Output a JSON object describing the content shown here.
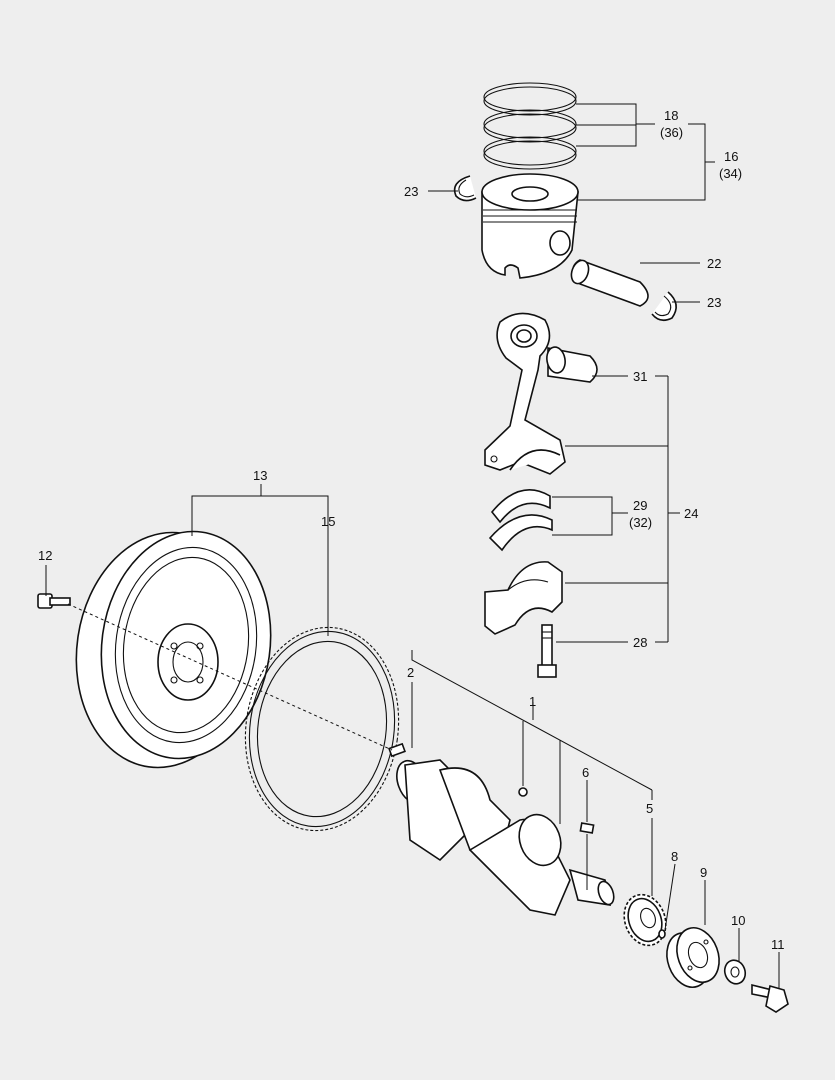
{
  "diagram": {
    "background_color": "#eeeeee",
    "line_color": "#111111",
    "part_fill": "#ffffff"
  },
  "callouts": {
    "c1": "1",
    "c2": "2",
    "c5": "5",
    "c6": "6",
    "c8": "8",
    "c9": "9",
    "c10": "10",
    "c11": "11",
    "c12": "12",
    "c13": "13",
    "c15": "15",
    "c16": "16",
    "c16_alt": "(34)",
    "c18": "18",
    "c18_alt": "(36)",
    "c22": "22",
    "c23_clip_left": "23",
    "c23_clip_right": "23",
    "c24": "24",
    "c28": "28",
    "c29": "29",
    "c29_alt": "(32)",
    "c31": "31"
  }
}
